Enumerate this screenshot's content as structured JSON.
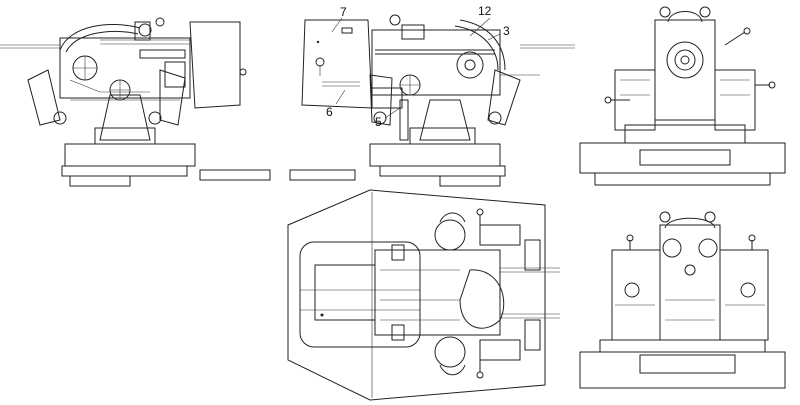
{
  "callouts": {
    "c7": "7",
    "c12": "12",
    "c3": "3",
    "c6": "6",
    "c5": "5"
  },
  "colors": {
    "line": "#222222",
    "background": "#ffffff"
  }
}
